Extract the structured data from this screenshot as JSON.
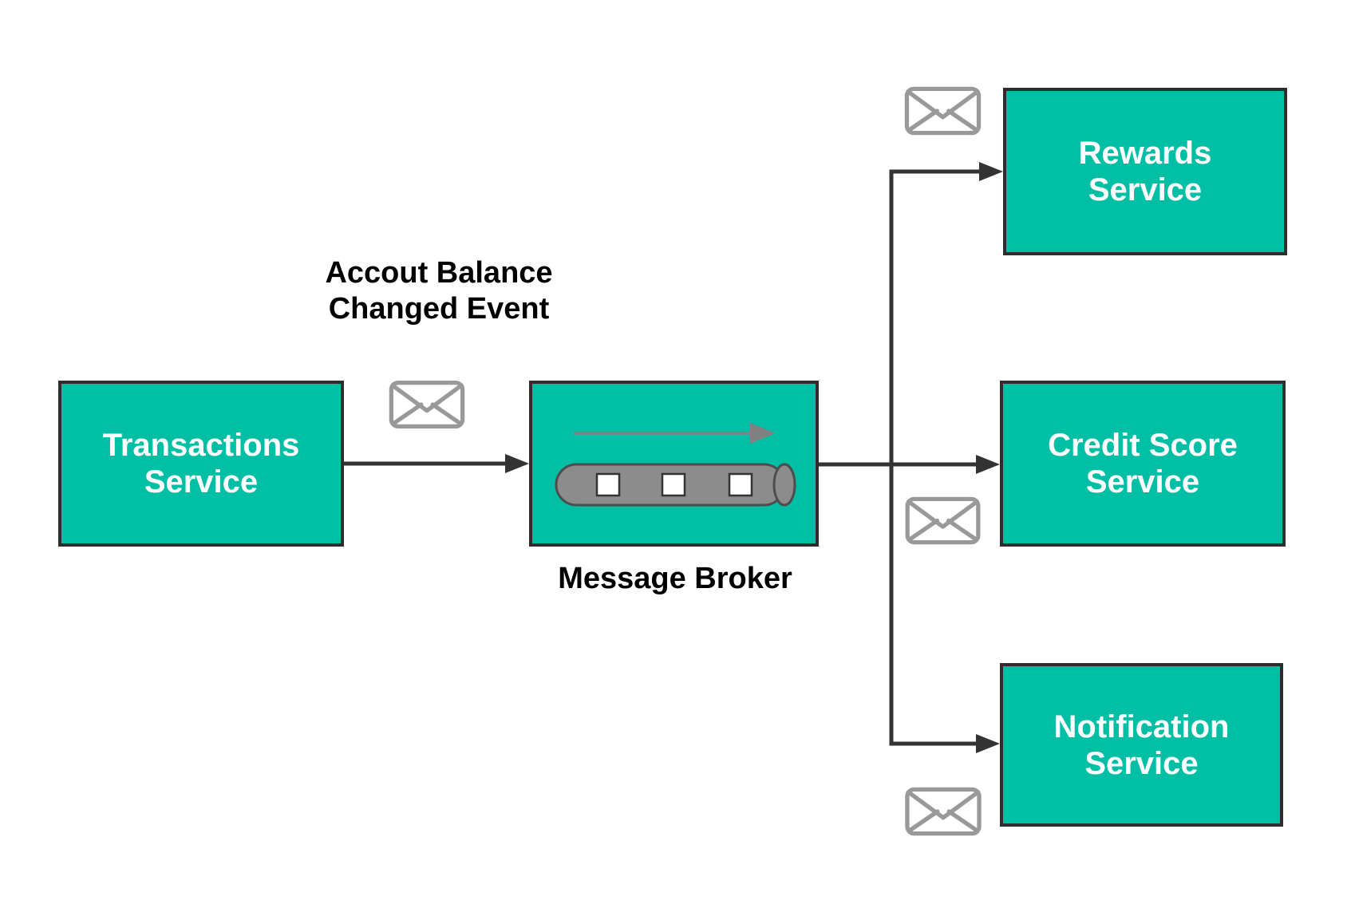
{
  "diagram": {
    "event_label": "Accout Balance\nChanged Event",
    "broker_label": "Message Broker",
    "nodes": {
      "transactions": {
        "label": "Transactions\nService"
      },
      "rewards": {
        "label": "Rewards\nService"
      },
      "credit_score": {
        "label": "Credit Score\nService"
      },
      "notification": {
        "label": "Notification\nService"
      }
    },
    "icons": {
      "message": "envelope-icon",
      "queue": "message-queue-cylinder-icon",
      "flow": "flow-direction-arrow-icon"
    },
    "colors": {
      "node_fill": "#00BFA5",
      "node_border": "#2D2D2D",
      "node_text": "#FFFFFF",
      "label_text": "#000000",
      "connector": "#333333",
      "envelope_stroke": "#999999",
      "queue_fill": "#8C8C8C",
      "queue_stroke": "#4D4D4D",
      "flow_arrow": "#808080"
    }
  }
}
